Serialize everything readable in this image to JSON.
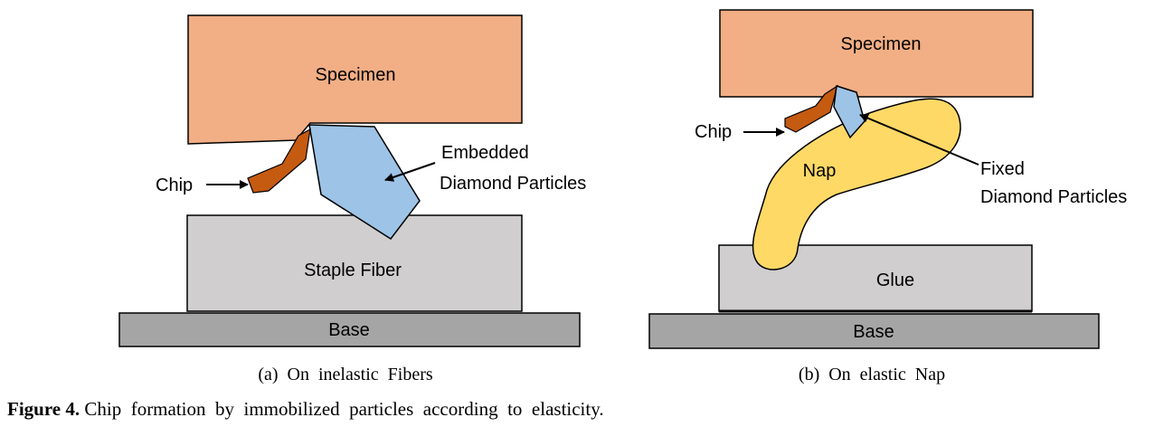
{
  "panel_a": {
    "specimen": "Specimen",
    "chip": "Chip",
    "particles_line1": "Embedded",
    "particles_line2": "Diamond Particles",
    "fiber": "Staple Fiber",
    "base": "Base",
    "caption": "(a)  On  inelastic  Fibers"
  },
  "panel_b": {
    "specimen": "Specimen",
    "chip": "Chip",
    "nap": "Nap",
    "particles_line1": "Fixed",
    "particles_line2": "Diamond Particles",
    "glue": "Glue",
    "base": "Base",
    "caption": "(b)  On  elastic  Nap"
  },
  "figure": {
    "label": "Figure 4.",
    "text": " Chip  formation  by  immobilized  particles  according  to  elasticity."
  },
  "colors": {
    "specimen": "#f2ae84",
    "chip": "#c55a11",
    "diamond": "#9dc3e6",
    "fiber": "#d0cece",
    "base": "#a6a5a5",
    "nap": "#ffd966",
    "glue": "#d0cece"
  }
}
